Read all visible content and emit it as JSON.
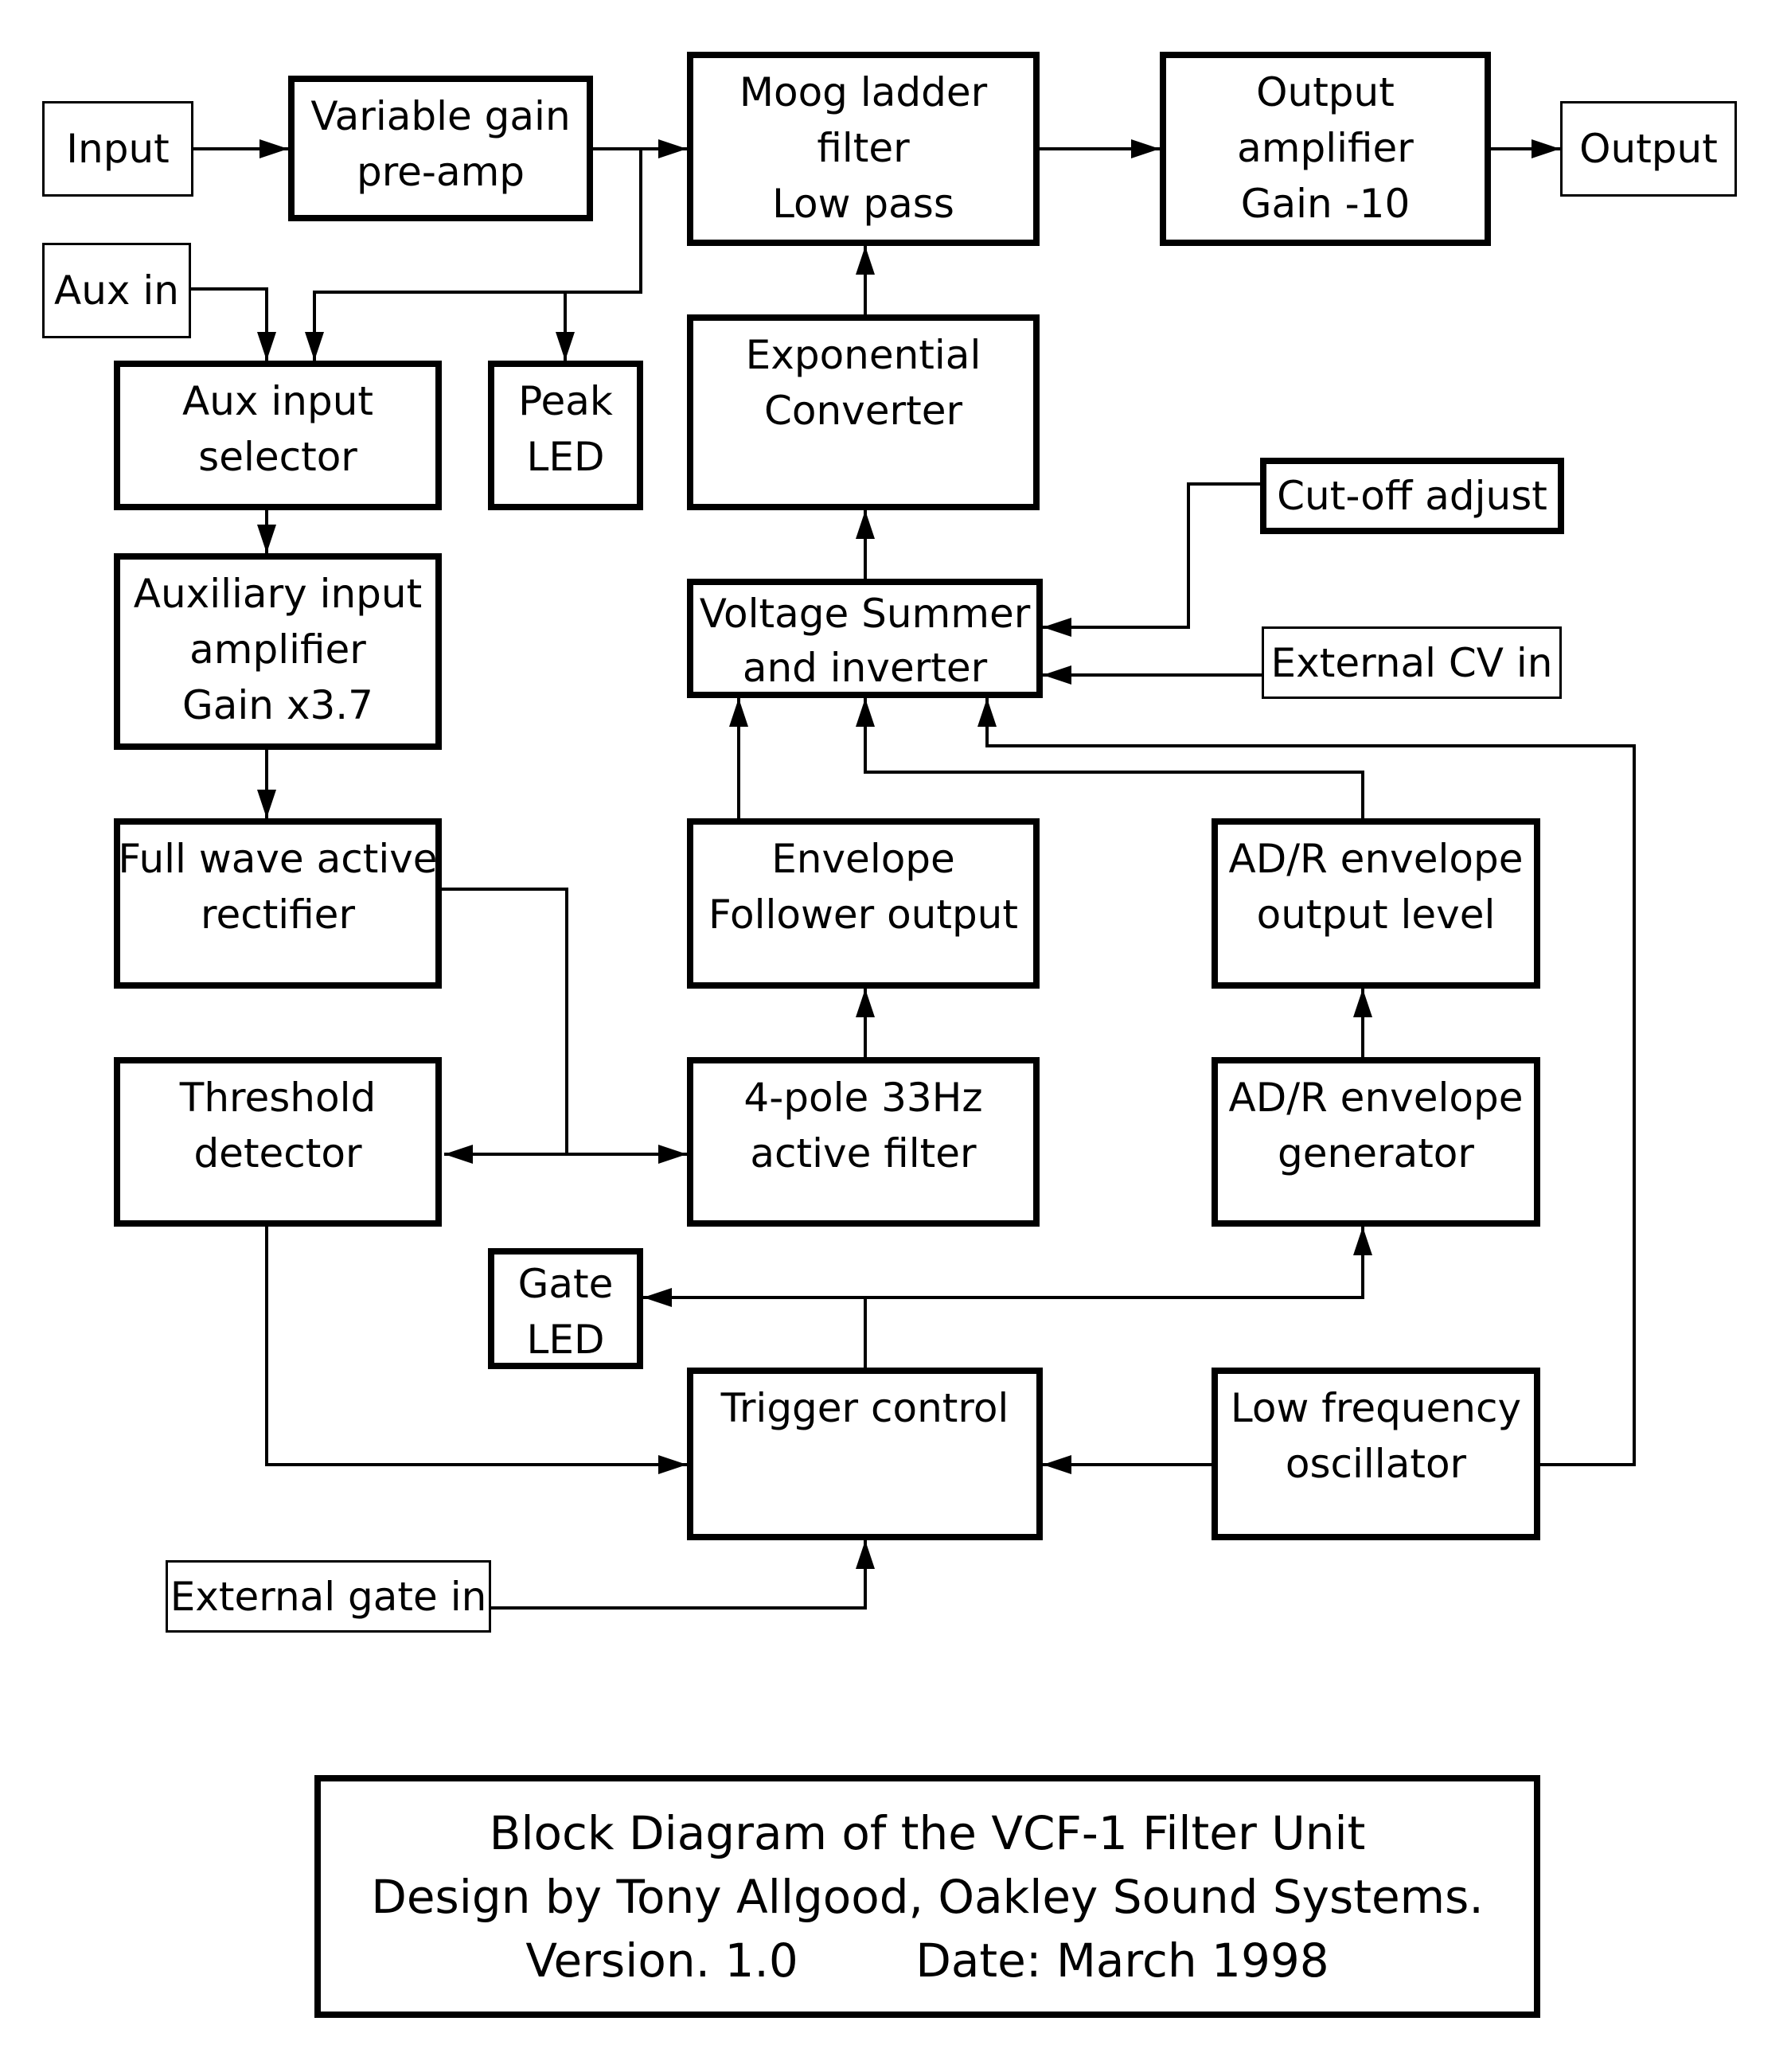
{
  "diagram": {
    "blocks": {
      "input": [
        "Input"
      ],
      "vga": [
        "Variable gain",
        "pre-amp"
      ],
      "moog": [
        "Moog ladder",
        "filter",
        "Low pass"
      ],
      "outamp": [
        "Output",
        "amplifier",
        "Gain -10"
      ],
      "output": [
        "Output"
      ],
      "auxin": [
        "Aux in"
      ],
      "auxsel": [
        "Aux input",
        "selector"
      ],
      "peak": [
        "Peak",
        "LED"
      ],
      "expconv": [
        "Exponential",
        "Converter"
      ],
      "cutoff": [
        "Cut-off adjust"
      ],
      "auxamp": [
        "Auxiliary input",
        "amplifier",
        "Gain x3.7"
      ],
      "summer": [
        "Voltage Summer",
        "and inverter"
      ],
      "extcv": [
        "External CV in"
      ],
      "rectifier": [
        "Full wave active",
        "rectifier"
      ],
      "envfollow": [
        "Envelope",
        "Follower output"
      ],
      "adrlevel": [
        "AD/R envelope",
        "output level"
      ],
      "threshold": [
        "Threshold",
        "detector"
      ],
      "activefilter": [
        "4-pole 33Hz",
        "active filter"
      ],
      "adrgen": [
        "AD/R envelope",
        "generator"
      ],
      "gateled": [
        "Gate",
        "LED"
      ],
      "trigger": [
        "Trigger control"
      ],
      "lfo": [
        "Low frequency",
        "oscillator"
      ],
      "extgate": [
        "External gate in"
      ]
    },
    "title_block": [
      "Block Diagram of the VCF-1 Filter Unit",
      "Design by Tony Allgood, Oakley Sound Systems.",
      "Version. 1.0        Date: March 1998"
    ]
  }
}
